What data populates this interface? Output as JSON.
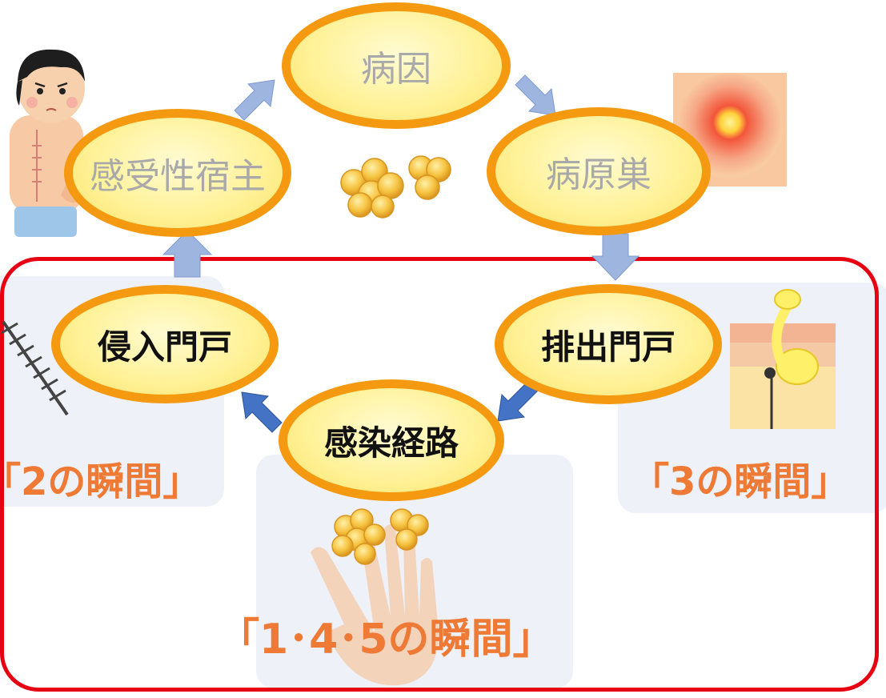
{
  "nodes": {
    "cause": "病因",
    "reservoir": "病原巣",
    "host": "感受性宿主",
    "exit": "排出門戸",
    "entry": "侵入門戸",
    "route": "感染経路"
  },
  "moments": {
    "m2": "「2の瞬間」",
    "m3": "「3の瞬間」",
    "m145": "「1･4･5の瞬間」"
  },
  "colors": {
    "frame": "#e60012",
    "node_border": "#f59a10",
    "node_fill": "#fff29a",
    "arrow_light": "#9eb5e0",
    "arrow_dark": "#4472c4",
    "moment_text": "#ee7a36",
    "panel": "#eef1f8"
  },
  "icons": [
    "patient-illustration",
    "bacteria-cluster-icon",
    "skin-lesion-icon",
    "surgical-wound-icon",
    "skin-cross-section-icon",
    "hand-icon"
  ]
}
